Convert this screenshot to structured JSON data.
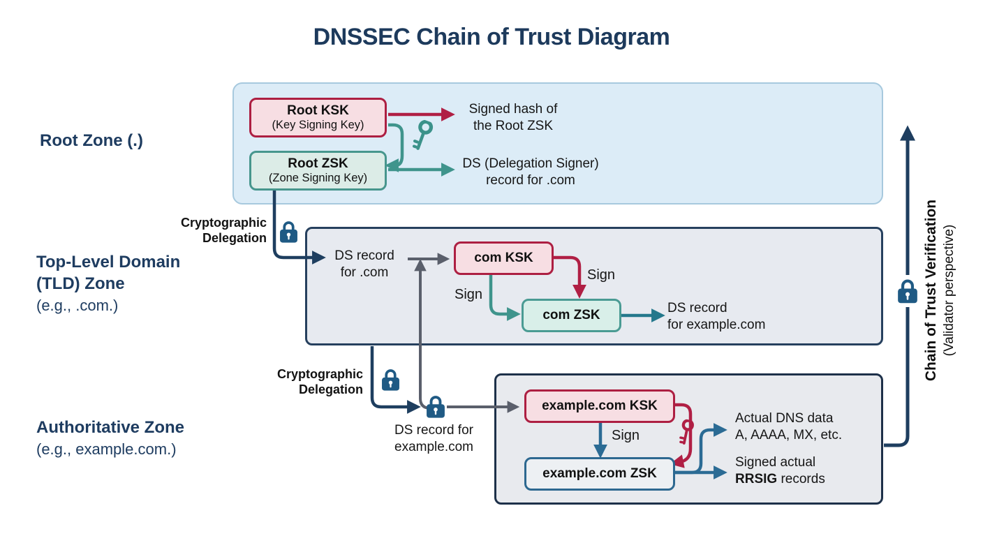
{
  "title": "DNSSEC Chain of Trust Diagram",
  "colors": {
    "navy_arrow": "#1e3e5f",
    "gray_arrow": "#5a5f6b",
    "red_arrow": "#b01f44",
    "teal_arrow": "#3f948c",
    "steel_arrow": "#2b6b94",
    "dark_teal_arrow": "#24788c",
    "lock_blue": "#1f5a84",
    "title_navy": "#1d3a5c",
    "root_panel_fill": "#dcecf7",
    "root_panel_border": "#a7c9de",
    "tld_panel_fill": "#e7eaf0",
    "auth_panel_fill": "#e8eaee",
    "ksk_fill": "#f7dee3",
    "ksk_border": "#ad1f42",
    "zsk_teal_fill": "#dcece7",
    "zsk_teal_border": "#47968d"
  },
  "zones": {
    "root": {
      "label": "Root Zone (.)"
    },
    "tld": {
      "line1": "Top-Level Domain",
      "line2": "(TLD) Zone",
      "line3": "(e.g., .com.)"
    },
    "auth": {
      "line1": "Authoritative Zone",
      "line2": "(e.g., example.com.)"
    }
  },
  "root_panel": {
    "ksk_title": "Root KSK",
    "ksk_sub": "(Key Signing Key)",
    "zsk_title": "Root ZSK",
    "zsk_sub": "(Zone Signing Key)",
    "signed_hash_line1": "Signed hash of",
    "signed_hash_line2": "the Root ZSK",
    "ds_line1": "DS (Delegation Signer)",
    "ds_line2": "record for .com"
  },
  "delegation1": {
    "line1": "Cryptographic",
    "line2": "Delegation"
  },
  "delegation2": {
    "line1": "Cryptographic",
    "line2": "Delegation"
  },
  "tld_panel": {
    "ds_record_line1": "DS record",
    "ds_record_line2": "for .com",
    "com_ksk": "com KSK",
    "com_zsk": "com ZSK",
    "sign_red": "Sign",
    "sign_teal": "Sign",
    "ds_example_line1": "DS record",
    "ds_example_line2": "for example.com"
  },
  "ds_for_example": {
    "line1": "DS record for",
    "line2": "example.com"
  },
  "auth_panel": {
    "ksk": "example.com KSK",
    "zsk": "example.com ZSK",
    "sign": "Sign",
    "dns_data_line1": "Actual DNS data",
    "dns_data_line2": "A, AAAA, MX, etc.",
    "signed_line1": "Signed actual",
    "signed_line2_bold": "RRSIG",
    "signed_line2_rest": " records"
  },
  "chain": {
    "line1": "Chain of Trust Verification",
    "line2": "(Validator perspective)"
  }
}
